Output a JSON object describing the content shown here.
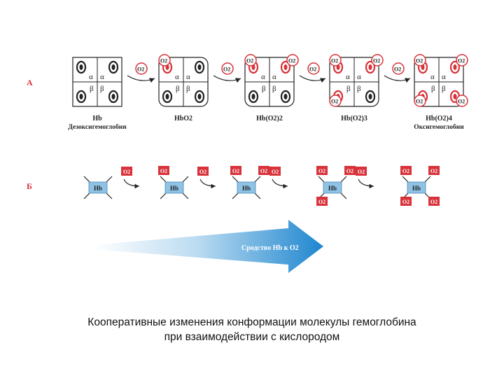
{
  "section_a": {
    "label": "А",
    "o2_symbol": "O2",
    "alpha": "α",
    "beta": "β",
    "stages": [
      {
        "name": "Hb",
        "sub": "Дезоксигемоглобин"
      },
      {
        "name": "HbO2",
        "sub": ""
      },
      {
        "name": "Hb(O2)2",
        "sub": ""
      },
      {
        "name": "Hb(O2)3",
        "sub": ""
      },
      {
        "name": "Hb(O2)4",
        "sub": "Оксигемоглобин"
      }
    ]
  },
  "section_b": {
    "label": "Б",
    "hb_label": "Hb",
    "o2_symbol": "O2"
  },
  "affinity_arrow": {
    "label": "Сродство Hb к O2"
  },
  "caption": {
    "line1": "Кооперативные изменения конформации молекулы гемоглобина",
    "line2": "при взаимодействии с кислородом"
  },
  "colors": {
    "o2_red": "#d8323a",
    "hb_blue": "#8ec3e6",
    "arrow_dark": "#1e86cf",
    "arrow_light": "#eaf4fb"
  }
}
